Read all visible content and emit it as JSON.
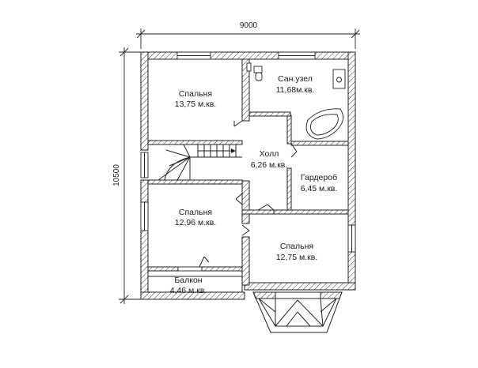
{
  "dimensions": {
    "width": "9000",
    "height": "10500"
  },
  "rooms": [
    {
      "id": "bedroom-1",
      "name": "Спальня",
      "area": "13,75 м.кв."
    },
    {
      "id": "bathroom",
      "name": "Сан.узел",
      "area": "11,68м.кв."
    },
    {
      "id": "hall",
      "name": "Холл",
      "area": "6,26 м.кв."
    },
    {
      "id": "wardrobe",
      "name": "Гардероб",
      "area": "6,45 м.кв."
    },
    {
      "id": "bedroom-2",
      "name": "Спальня",
      "area": "12,96 м.кв."
    },
    {
      "id": "bedroom-3",
      "name": "Спальня",
      "area": "12,75 м.кв."
    },
    {
      "id": "balcony",
      "name": "Балкон",
      "area": "4,46 м.кв."
    }
  ]
}
